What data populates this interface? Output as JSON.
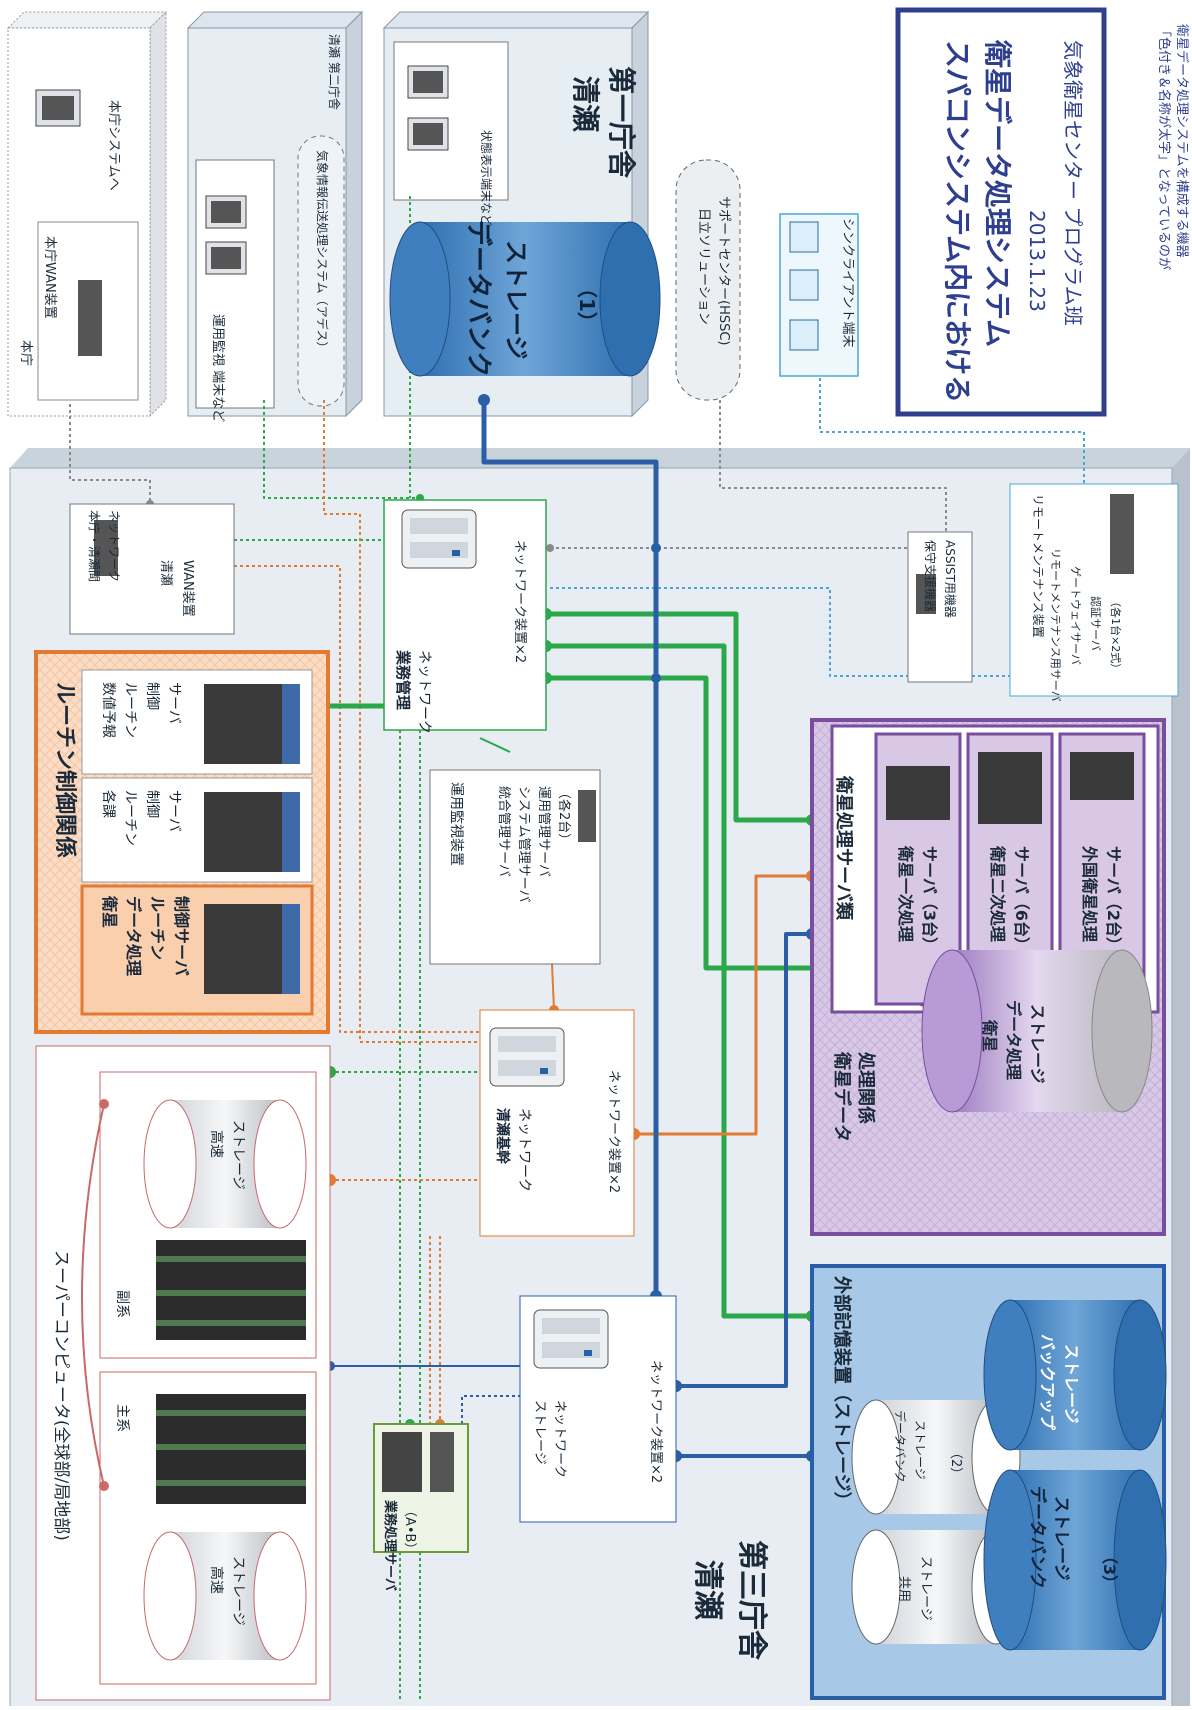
{
  "title": {
    "line1": "スパコンシステム内における",
    "line2": "衛星データ処理システム",
    "date": "2013.1.23",
    "org": "気象衛星センター プログラム班"
  },
  "note": {
    "line1": "「色付き＆名称が太字」となっているのが",
    "line2": "衛星データ処理システムを構成する機器"
  },
  "buildings": {
    "honcho": "本庁",
    "honcho_wan": "本庁WAN装置",
    "honcho_system": "本庁システムへ",
    "kiyose2": "清瀬 第二庁舎",
    "unyo_kanshi_term": "運用監視 端末など",
    "adess": "気象情報伝送処理システム（アデス）",
    "kiyose1_a": "清瀬",
    "kiyose1_b": "第一庁舎",
    "status_terminal": "状態表示端末など",
    "databank1_a": "データバンク",
    "databank1_b": "ストレージ",
    "databank1_c": "（1）",
    "kiyose3_a": "清瀬",
    "kiyose3_b": "第三庁舎"
  },
  "hssc": {
    "line1": "日立ソリューション",
    "line2": "サポートセンター(HSSC)"
  },
  "thin_client": "シンクライアント端末",
  "routine": {
    "group": "ルーチン制御関係",
    "eisei_l1": "衛星",
    "eisei_l2": "データ処理",
    "eisei_l3": "ルーチン",
    "eisei_l4": "制御サーバ",
    "kakka_l1": "各課",
    "kakka_l2": "ルーチン",
    "kakka_l3": "制御",
    "kakka_l4": "サーバ",
    "suchi_l1": "数値予報",
    "suchi_l2": "ルーチン",
    "suchi_l3": "制御",
    "suchi_l4": "サーバ"
  },
  "wan_kiyose": {
    "line1": "本庁・清瀬間",
    "line2": "ネットワーク",
    "line3": "清瀬",
    "line4": "WAN装置"
  },
  "gyomu_kanri": {
    "line1": "業務管理",
    "line2": "ネットワーク",
    "device": "ネットワーク装置×2"
  },
  "hoshu": {
    "line1": "保守支援機器",
    "line2": "ASSIST用機器"
  },
  "remote": {
    "line1": "リモートメンテナンス装置",
    "line2": "リモートメンテナンス用サーバ",
    "line3": "ゲートウェイサーバ",
    "line4": "認証サーバ",
    "line5": "（各1台×2式）"
  },
  "unyo_kanshi": {
    "title": "運用監視装置",
    "line1": "統合管理サーバ",
    "line2": "システム管理サーバ",
    "line3": "運用管理サーバ",
    "line4": "（各2台）"
  },
  "kikan": {
    "line1": "清瀬基幹",
    "line2": "ネットワーク",
    "device": "ネットワーク装置×2"
  },
  "storage_net": {
    "line1": "ストレージ",
    "line2": "ネットワーク",
    "device": "ネットワーク装置×2"
  },
  "supercomputer": {
    "title": "スーパーコンピュータ(全球部/局地部)",
    "main": "主系",
    "sub": "副系",
    "hs_a": "高速",
    "hs_b": "ストレージ"
  },
  "gyomu_server": {
    "line1": "業務処理サーバ",
    "line2": "（A•B）"
  },
  "satellite": {
    "group": "衛星処理サーバ類",
    "p1_a": "衛星一次処理",
    "p1_b": "サーバ（3台）",
    "p2_a": "衛星二次処理",
    "p2_b": "サーバ（6台）",
    "fo_a": "外国衛星処理",
    "fo_b": "サーバ（2台）",
    "area_a": "衛星データ",
    "area_b": "処理関係",
    "st_a": "衛星",
    "st_b": "データ処理",
    "st_c": "ストレージ"
  },
  "external": {
    "group": "外部記憶装置（ストレージ）",
    "db2_a": "データバンク",
    "db2_b": "ストレージ",
    "db2_c": "（2）",
    "shared_a": "共用",
    "shared_b": "ストレージ",
    "backup_a": "バックアップ",
    "backup_b": "ストレージ",
    "db3_a": "データバンク",
    "db3_b": "ストレージ",
    "db3_c": "（3）"
  },
  "colors": {
    "green": "#2aa84a",
    "orange": "#e27a32",
    "blue": "#2a5fa8",
    "purple": "#7a4e9e",
    "gray": "#8a8a8a",
    "lightblue": "#4aa6d8",
    "routine_fill": "#f9cfad",
    "satellite_fill": "#d8c8e6",
    "external_fill": "#a8c8e8"
  }
}
